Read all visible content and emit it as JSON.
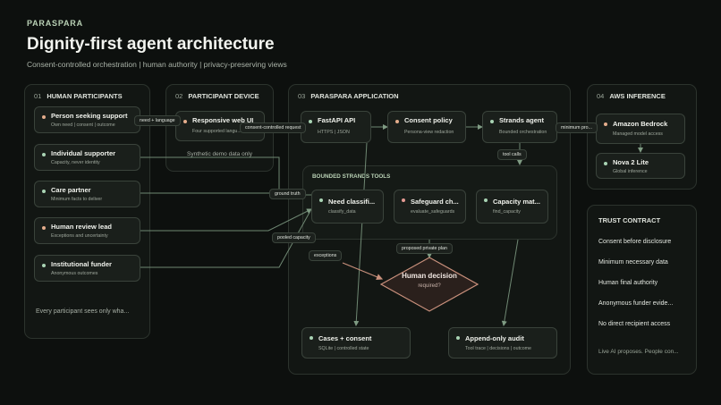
{
  "brand": "PARASPARA",
  "title": "Dignity-first agent architecture",
  "subtitle": "Consent-controlled orchestration  |  human authority  |  privacy-preserving views",
  "sections": {
    "participants": {
      "num": "01",
      "title": "HUMAN PARTICIPANTS",
      "footer": "Every participant sees only wha..."
    },
    "device": {
      "num": "02",
      "title": "PARTICIPANT DEVICE",
      "note": "Synthetic demo data only"
    },
    "app": {
      "num": "03",
      "title": "PARASPARA APPLICATION",
      "tools_title": "BOUNDED STRANDS TOOLS"
    },
    "aws": {
      "num": "04",
      "title": "AWS INFERENCE"
    },
    "trust": {
      "title": "TRUST CONTRACT",
      "items": [
        "Consent before disclosure",
        "Minimum necessary data",
        "Human final authority",
        "Anonymous funder evide...",
        "No direct recipient access"
      ],
      "footer": "Live AI proposes. People con..."
    }
  },
  "nodes": {
    "person": {
      "title": "Person seeking support",
      "sub": "Own need | consent | outcome"
    },
    "supporter": {
      "title": "Individual supporter",
      "sub": "Capacity, never identity"
    },
    "care": {
      "title": "Care partner",
      "sub": "Minimum facts to deliver"
    },
    "review": {
      "title": "Human review lead",
      "sub": "Exceptions and uncertainty"
    },
    "funder": {
      "title": "Institutional funder",
      "sub": "Anonymous outcomes"
    },
    "webui": {
      "title": "Responsive web UI",
      "sub": "Four supported langu..."
    },
    "fastapi": {
      "title": "FastAPI API",
      "sub": "HTTPS | JSON"
    },
    "consent": {
      "title": "Consent policy",
      "sub": "Persona-view redaction"
    },
    "strands": {
      "title": "Strands agent",
      "sub": "Bounded orchestration"
    },
    "classify": {
      "title": "Need classifi...",
      "sub": "classify_data"
    },
    "safeguard": {
      "title": "Safeguard ch...",
      "sub": "evaluate_safeguards"
    },
    "capacity": {
      "title": "Capacity mat...",
      "sub": "find_capacity"
    },
    "cases": {
      "title": "Cases + consent",
      "sub": "SQLite | controlled state"
    },
    "audit": {
      "title": "Append-only audit",
      "sub": "Tool trace | decisions | outcome"
    },
    "bedrock": {
      "title": "Amazon Bedrock",
      "sub": "Managed model access"
    },
    "nova": {
      "title": "Nova 2 Lite",
      "sub": "Global inference"
    }
  },
  "decision": {
    "title": "Human decision",
    "sub": "required?"
  },
  "edge_labels": {
    "need_language": "need + language",
    "consent_request": "consent-controlled request",
    "minimum": "minimum pro...",
    "tool_calls": "tool calls",
    "ground_truth": "ground truth",
    "pooled_capacity": "pooled capacity",
    "exceptions": "exceptions",
    "proposed_plan": "proposed private plan"
  },
  "colors": {
    "background": "#0d100e",
    "panel": "#121613",
    "node": "#1a1f1b",
    "accent_green": "#a9d4b4",
    "accent_peach": "#e4ad8c",
    "decision_border": "#c9907c",
    "wire": "#7f9b83"
  }
}
